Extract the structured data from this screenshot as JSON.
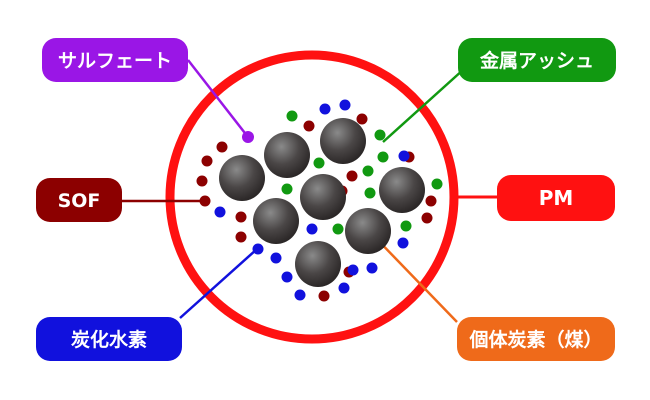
{
  "labels": {
    "sulfate": "サルフェート",
    "metal_ash": "金属アッシュ",
    "sof": "SOF",
    "pm": "PM",
    "soot": "炭化水素",
    "carbon": "個体炭素（煤）"
  },
  "colors": {
    "sulfate": "#9a16e6",
    "metal_ash": "#119911",
    "sof": "#8c0000",
    "pm": "#ff1111",
    "soot": "#1111dd",
    "carbon": "#ef6a1a",
    "particle": "#3a3a3a"
  }
}
